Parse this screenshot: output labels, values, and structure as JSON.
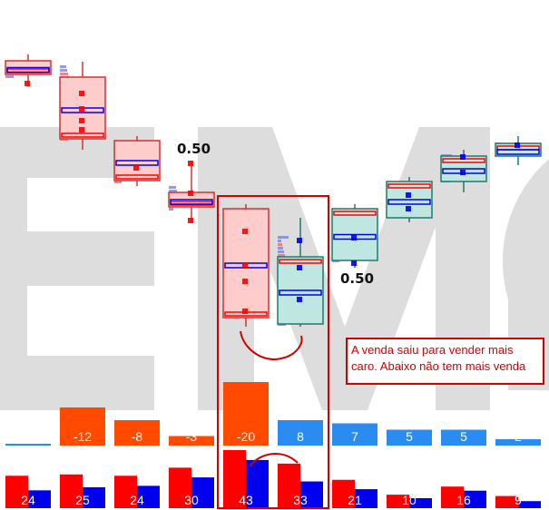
{
  "chart_data": {
    "type": "footprint",
    "price_labels": [
      "0.50",
      "0.50"
    ],
    "delta_row": [
      0,
      -12,
      -8,
      -3,
      -20,
      8,
      7,
      5,
      5,
      2
    ],
    "volume_row": [
      24,
      25,
      24,
      30,
      43,
      33,
      21,
      10,
      16,
      9
    ],
    "annotation": "A venda saiu para vender mais caro. Abaixo não tem mais venda",
    "colors": {
      "sell": "#ff0000",
      "buy": "#0000ee",
      "negative_delta": "#ff4a00",
      "positive_delta": "#2a8cf0",
      "bear_candle_fill": "#ffcccc",
      "bull_candle_fill": "#bfe6e0",
      "highlight": "#d20000",
      "watermark": "#dddddd"
    }
  }
}
